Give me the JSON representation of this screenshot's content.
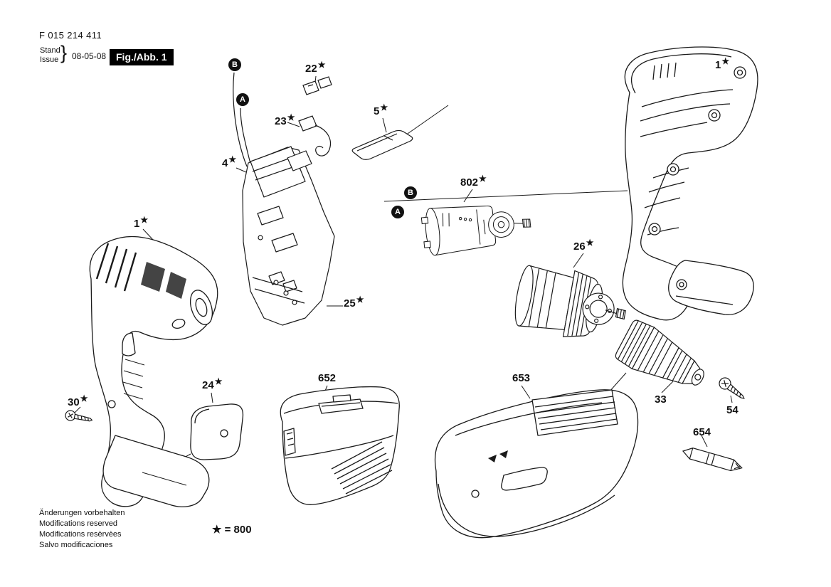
{
  "document": {
    "part_number": "F 015 214 411",
    "stand_label": "Stand",
    "issue_label": "Issue",
    "brace": "}",
    "date": "08-05-08",
    "figure_label": "Fig./Abb. 1"
  },
  "legend": {
    "text": "★ = 800"
  },
  "markers": [
    {
      "text": "B"
    },
    {
      "text": "A"
    },
    {
      "text": "B"
    },
    {
      "text": "A"
    }
  ],
  "callouts": [
    {
      "text": "1",
      "star": "★"
    },
    {
      "text": "22",
      "star": "★"
    },
    {
      "text": "23",
      "star": "★"
    },
    {
      "text": "5",
      "star": "★"
    },
    {
      "text": "4",
      "star": "★"
    },
    {
      "text": "802",
      "star": "★"
    },
    {
      "text": "26",
      "star": "★"
    },
    {
      "text": "1",
      "star": "★"
    },
    {
      "text": "25",
      "star": "★"
    },
    {
      "text": "24",
      "star": "★"
    },
    {
      "text": "30",
      "star": "★"
    },
    {
      "text": "652"
    },
    {
      "text": "653"
    },
    {
      "text": "33"
    },
    {
      "text": "54"
    },
    {
      "text": "654"
    }
  ],
  "notes": {
    "lines": [
      "Änderungen vorbehalten",
      "Modifications reserved",
      "Modifications resèrvèes",
      "Salvo modificaciones"
    ]
  }
}
